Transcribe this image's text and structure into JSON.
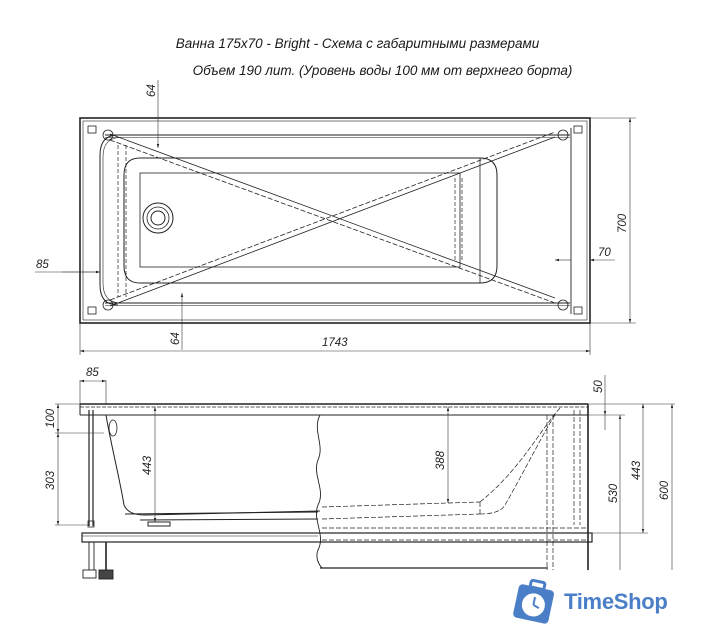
{
  "title": {
    "line1": "Ванна 175х70 - Bright - Схема с габаритными размерами",
    "line2": "Объем 190 лит. (Уровень воды 100 мм от верхнего борта)"
  },
  "top_view": {
    "dimensions": {
      "top_rim_offset": "64",
      "bottom_rim_offset": "64",
      "left_offset": "85",
      "right_offset": "70",
      "width": "700",
      "length": "1743"
    }
  },
  "side_view": {
    "dimensions": {
      "rim_overhang": "85",
      "water_level_from_top": "100",
      "left_support_height": "303",
      "inner_depth_left": "443",
      "inner_depth_center": "388",
      "rim_to_lip": "50",
      "frame_height": "530",
      "inner_depth_right": "443",
      "total_height": "600"
    }
  },
  "watermark": {
    "brand": "TimeShop",
    "icon": "clock-bag-icon",
    "color": "#4a7fc8"
  }
}
